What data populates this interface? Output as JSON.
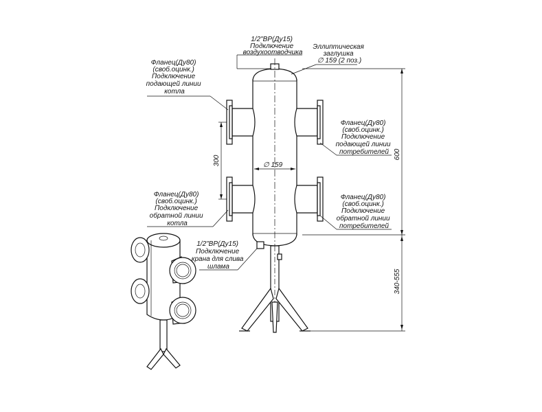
{
  "labels": {
    "air_vent": [
      "1/2\"ВР(Ду15)",
      "Подключение",
      "воздухоотводчика"
    ],
    "elliptic_cap": [
      "Эллиптическая",
      "заглушка",
      "∅ 159 (2 поз.)"
    ],
    "flange_boiler_supply": [
      "Фланец(Ду80)",
      "(своб.оцинк.)",
      "Подключение",
      "подающей линии",
      "котла"
    ],
    "flange_consumer_supply": [
      "Фланец(Ду80)",
      "(своб.оцинк.)",
      "Подключение",
      "подающей линии",
      "потребителей"
    ],
    "flange_boiler_return": [
      "Фланец(Ду80)",
      "(своб.оцинк.)",
      "Подключение",
      "обратной линии",
      "котла"
    ],
    "flange_consumer_return": [
      "Фланец(Ду80)",
      "(своб.оцинк.)",
      "Подключение",
      "обратной линии",
      "потребителей"
    ],
    "drain": [
      "1/2\"ВР(Ду15)",
      "Подключение",
      "крана для слива",
      "шлама"
    ]
  },
  "dimensions": {
    "flange_spacing": "300",
    "body_diameter": "∅ 159",
    "body_height": "600",
    "stand_height": "340-555"
  },
  "colors": {
    "line": "#111111",
    "background": "#ffffff"
  }
}
